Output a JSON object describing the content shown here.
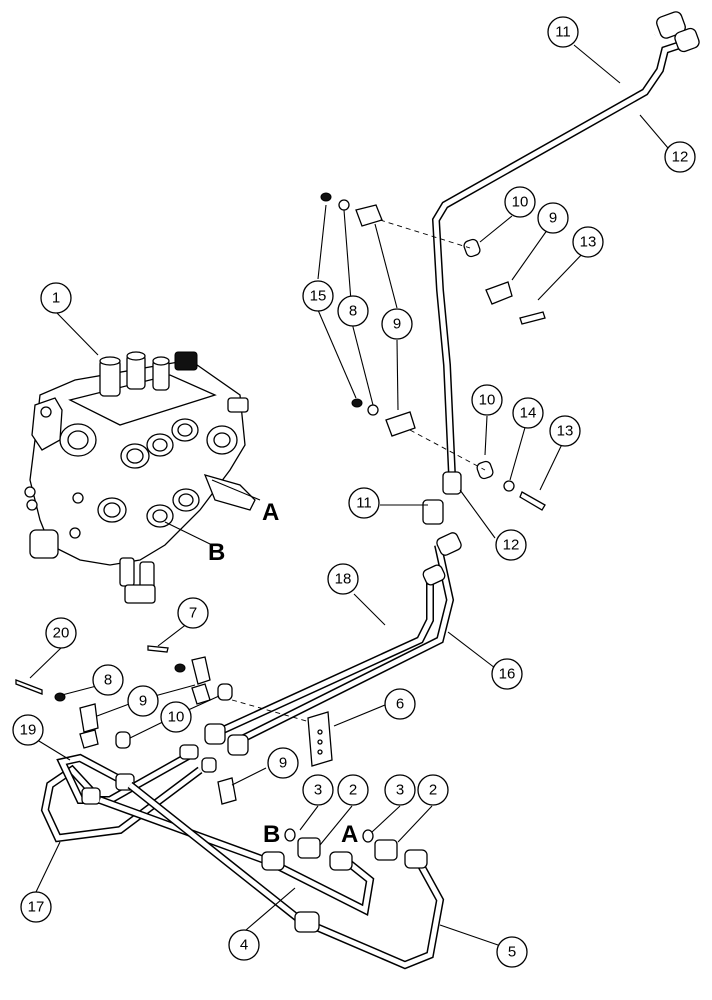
{
  "balloons": [
    {
      "id": "b1",
      "label": "1"
    },
    {
      "id": "b11a",
      "label": "11"
    },
    {
      "id": "b12a",
      "label": "12"
    },
    {
      "id": "b10a",
      "label": "10"
    },
    {
      "id": "b9a",
      "label": "9"
    },
    {
      "id": "b13a",
      "label": "13"
    },
    {
      "id": "b15",
      "label": "15"
    },
    {
      "id": "b8a",
      "label": "8"
    },
    {
      "id": "b9b",
      "label": "9"
    },
    {
      "id": "b10b",
      "label": "10"
    },
    {
      "id": "b14",
      "label": "14"
    },
    {
      "id": "b13b",
      "label": "13"
    },
    {
      "id": "b11b",
      "label": "11"
    },
    {
      "id": "b12b",
      "label": "12"
    },
    {
      "id": "b18",
      "label": "18"
    },
    {
      "id": "b16",
      "label": "16"
    },
    {
      "id": "b7",
      "label": "7"
    },
    {
      "id": "b20",
      "label": "20"
    },
    {
      "id": "b8b",
      "label": "8"
    },
    {
      "id": "b9c",
      "label": "9"
    },
    {
      "id": "b10c",
      "label": "10"
    },
    {
      "id": "b6",
      "label": "6"
    },
    {
      "id": "b19",
      "label": "19"
    },
    {
      "id": "b9d",
      "label": "9"
    },
    {
      "id": "b3a",
      "label": "3"
    },
    {
      "id": "b2a",
      "label": "2"
    },
    {
      "id": "b3b",
      "label": "3"
    },
    {
      "id": "b2b",
      "label": "2"
    },
    {
      "id": "b17",
      "label": "17"
    },
    {
      "id": "b4",
      "label": "4"
    },
    {
      "id": "b5",
      "label": "5"
    }
  ],
  "port_labels": {
    "valve_port_a": "A",
    "valve_port_b": "B",
    "fitting_port_b": "B",
    "fitting_port_a": "A"
  }
}
